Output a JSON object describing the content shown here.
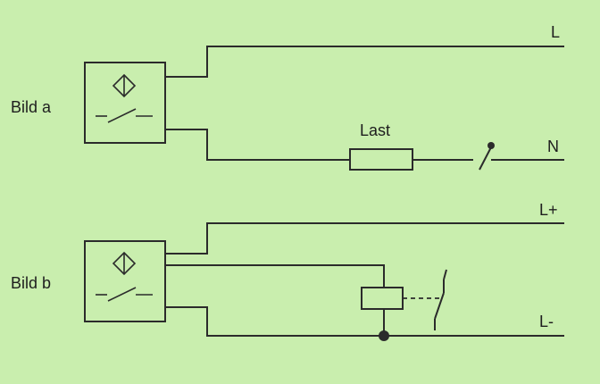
{
  "colors": {
    "background": "#c9eeae",
    "line": "#2b2b2b",
    "text": "#1e1e1e"
  },
  "figure_a": {
    "caption": "Bild a",
    "sensor_symbol": "inductive-proximity-sensor-icon",
    "top_line": "L",
    "bottom_line": "N",
    "load_label": "Last"
  },
  "figure_b": {
    "caption": "Bild b",
    "sensor_symbol": "inductive-proximity-sensor-icon",
    "top_line": "L+",
    "bottom_line": "L-"
  }
}
